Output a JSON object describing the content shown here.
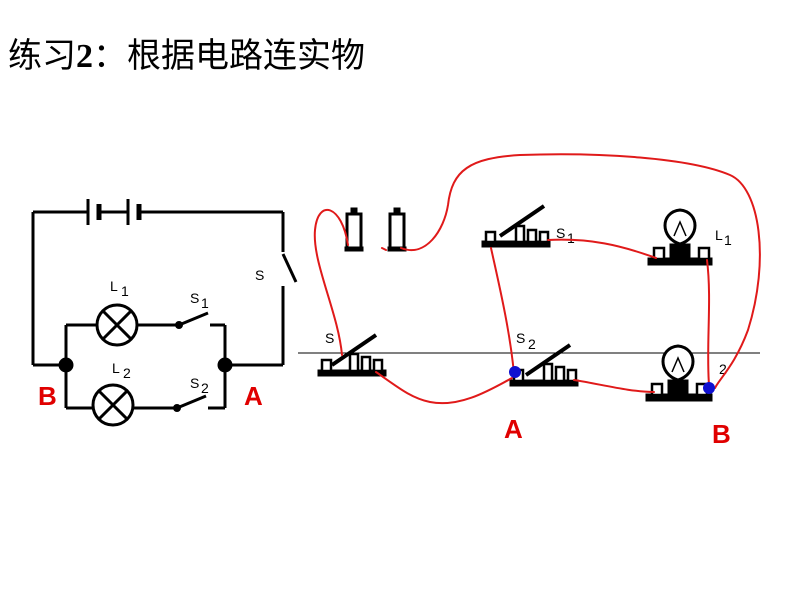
{
  "title": {
    "prefix": "练习",
    "number": "2",
    "suffix": "：根据电路连实物"
  },
  "schematic": {
    "switch_main": "S",
    "lamp1": "L",
    "lamp1_sub": "1",
    "lamp2": "L",
    "lamp2_sub": "2",
    "switch1": "S",
    "switch1_sub": "1",
    "switch2": "S",
    "switch2_sub": "2",
    "node_left": "B",
    "node_right": "A"
  },
  "physical": {
    "switch_main": "S",
    "switch1": "S",
    "switch1_sub": "1",
    "switch2": "S",
    "switch2_sub": "2",
    "lamp1": "L",
    "lamp1_sub": "1",
    "lamp2_sub": "2",
    "node_a": "A",
    "node_b": "B"
  },
  "colors": {
    "wire": "#e01a1a",
    "node_dot": "#1010d0",
    "label": "#e00000",
    "ink": "#000000"
  }
}
